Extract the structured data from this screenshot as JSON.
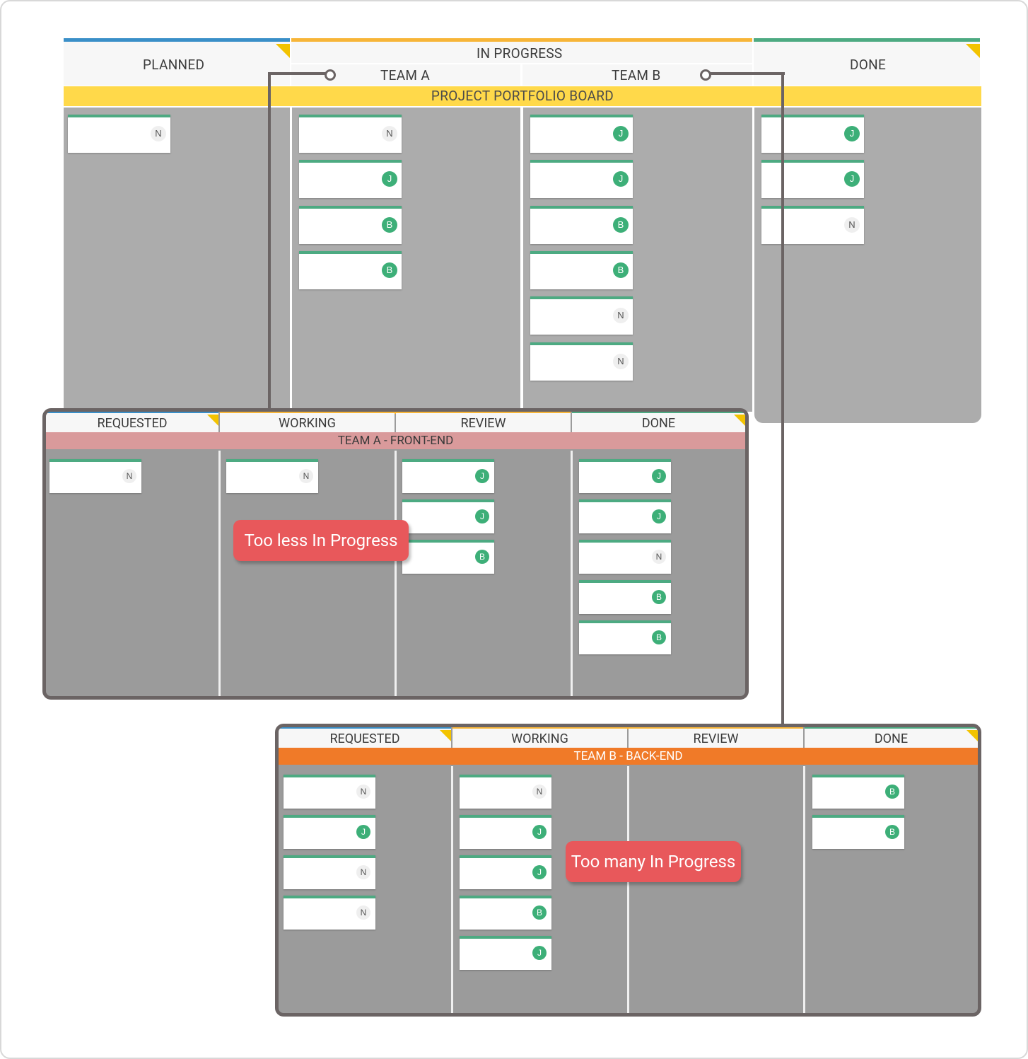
{
  "portfolio": {
    "title": "PROJECT PORTFOLIO BOARD",
    "planned": "PLANNED",
    "in_progress": "IN PROGRESS",
    "team_a": "TEAM A",
    "team_b": "TEAM B",
    "done": "DONE",
    "colors": {
      "planned": "#3a8fc8",
      "in_progress": "#f7b538",
      "done": "#4daa82",
      "title_bg": "#ffd94a"
    },
    "cards": {
      "planned": [
        "N"
      ],
      "team_a": [
        "N",
        "J",
        "B",
        "B"
      ],
      "team_b": [
        "J",
        "J",
        "B",
        "B",
        "N",
        "N"
      ],
      "done": [
        "J",
        "J",
        "N"
      ]
    }
  },
  "team_a_board": {
    "title": "TEAM A - FRONT-END",
    "title_color": "#d99a9b",
    "columns": [
      "REQUESTED",
      "WORKING",
      "REVIEW",
      "DONE"
    ],
    "cards": [
      [
        "N"
      ],
      [
        "N"
      ],
      [
        "J",
        "J",
        "B"
      ],
      [
        "J",
        "J",
        "N",
        "B",
        "B"
      ]
    ],
    "callout": "Too less In Progress"
  },
  "team_b_board": {
    "title": "TEAM B - BACK-END",
    "title_color": "#f07a28",
    "columns": [
      "REQUESTED",
      "WORKING",
      "REVIEW",
      "DONE"
    ],
    "cards": [
      [
        "N",
        "J",
        "N",
        "N"
      ],
      [
        "N",
        "J",
        "J",
        "B",
        "J"
      ],
      [],
      [
        "B",
        "B"
      ]
    ],
    "callout": "Too many In Progress"
  }
}
